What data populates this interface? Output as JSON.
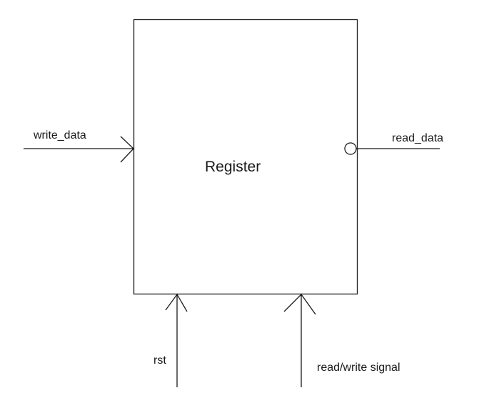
{
  "register": {
    "label": "Register"
  },
  "signals": {
    "write_data": "write_data",
    "read_data": "read_data",
    "rst": "rst",
    "read_write": "read/write signal"
  },
  "colors": {
    "line": "#1a1a1a",
    "background": "#ffffff"
  }
}
